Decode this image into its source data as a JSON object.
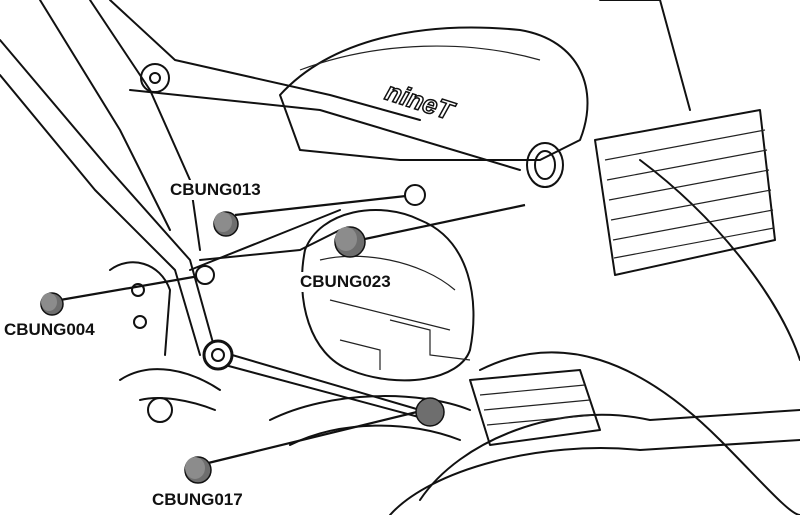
{
  "logo_text": "nineT",
  "parts": [
    {
      "id": "p013",
      "label": "CBUNG013"
    },
    {
      "id": "p023",
      "label": "CBUNG023"
    },
    {
      "id": "p004",
      "label": "CBUNG004"
    },
    {
      "id": "p017",
      "label": "CBUNG017"
    }
  ],
  "colors": {
    "line": "#111111",
    "plug": "#6e6e6e",
    "plug_face": "#8c8c8c"
  }
}
